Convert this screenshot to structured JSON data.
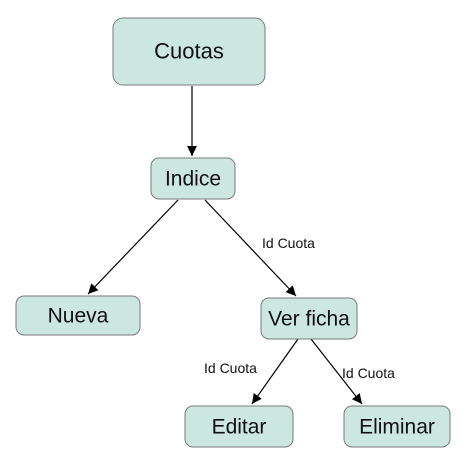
{
  "diagram": {
    "nodes": {
      "cuotas": {
        "label": "Cuotas"
      },
      "indice": {
        "label": "Indice"
      },
      "nueva": {
        "label": "Nueva"
      },
      "ver_ficha": {
        "label": "Ver ficha"
      },
      "editar": {
        "label": "Editar"
      },
      "eliminar": {
        "label": "Eliminar"
      }
    },
    "edges": [
      {
        "from": "Cuotas",
        "to": "Indice",
        "label": ""
      },
      {
        "from": "Indice",
        "to": "Nueva",
        "label": ""
      },
      {
        "from": "Indice",
        "to": "Ver ficha",
        "label": "Id Cuota"
      },
      {
        "from": "Ver ficha",
        "to": "Editar",
        "label": "Id Cuota"
      },
      {
        "from": "Ver ficha",
        "to": "Eliminar",
        "label": "Id Cuota"
      }
    ],
    "colors": {
      "node_fill": "#cce6e0",
      "node_border": "#7a7a7a",
      "edge": "#000000",
      "text": "#111111"
    }
  }
}
